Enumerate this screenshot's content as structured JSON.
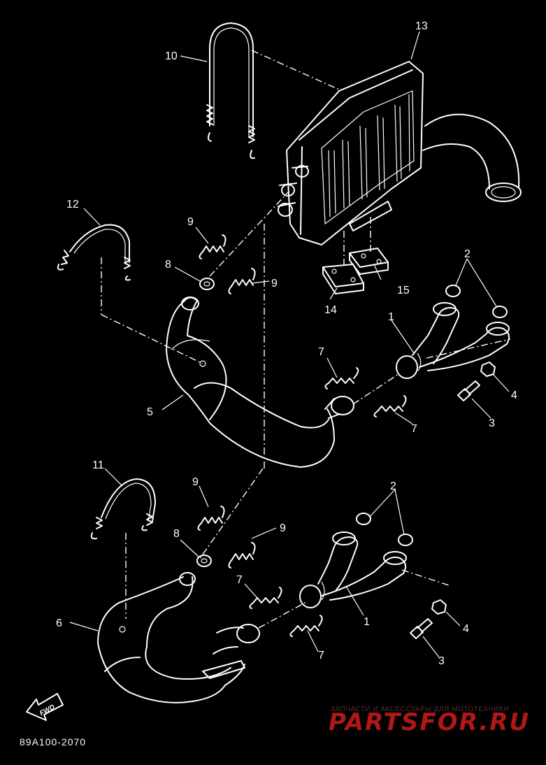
{
  "diagram": {
    "part_labels": [
      {
        "id": "p1a",
        "text": "1"
      },
      {
        "id": "p1b",
        "text": "1"
      },
      {
        "id": "p2a",
        "text": "2"
      },
      {
        "id": "p2b",
        "text": "2"
      },
      {
        "id": "p3a",
        "text": "3"
      },
      {
        "id": "p3b",
        "text": "3"
      },
      {
        "id": "p4a",
        "text": "4"
      },
      {
        "id": "p4b",
        "text": "4"
      },
      {
        "id": "p5",
        "text": "5"
      },
      {
        "id": "p6",
        "text": "6"
      },
      {
        "id": "p7a",
        "text": "7"
      },
      {
        "id": "p7b",
        "text": "7"
      },
      {
        "id": "p7c",
        "text": "7"
      },
      {
        "id": "p7d",
        "text": "7"
      },
      {
        "id": "p8a",
        "text": "8"
      },
      {
        "id": "p8b",
        "text": "8"
      },
      {
        "id": "p9a",
        "text": "9"
      },
      {
        "id": "p9b",
        "text": "9"
      },
      {
        "id": "p9c",
        "text": "9"
      },
      {
        "id": "p9d",
        "text": "9"
      },
      {
        "id": "p10",
        "text": "10"
      },
      {
        "id": "p11",
        "text": "11"
      },
      {
        "id": "p12",
        "text": "12"
      },
      {
        "id": "p13",
        "text": "13"
      },
      {
        "id": "p14",
        "text": "14"
      },
      {
        "id": "p15",
        "text": "15"
      }
    ],
    "fwd_label": "FWD",
    "drawing_code": "89A100-2070"
  },
  "watermark": {
    "tagline": "ЗАПЧАСТИ И АКСЕССУАРЫ ДЛЯ МОТОТЕХНИКИ",
    "brand": "PARTSFOR.RU",
    "color": "#b01818"
  }
}
